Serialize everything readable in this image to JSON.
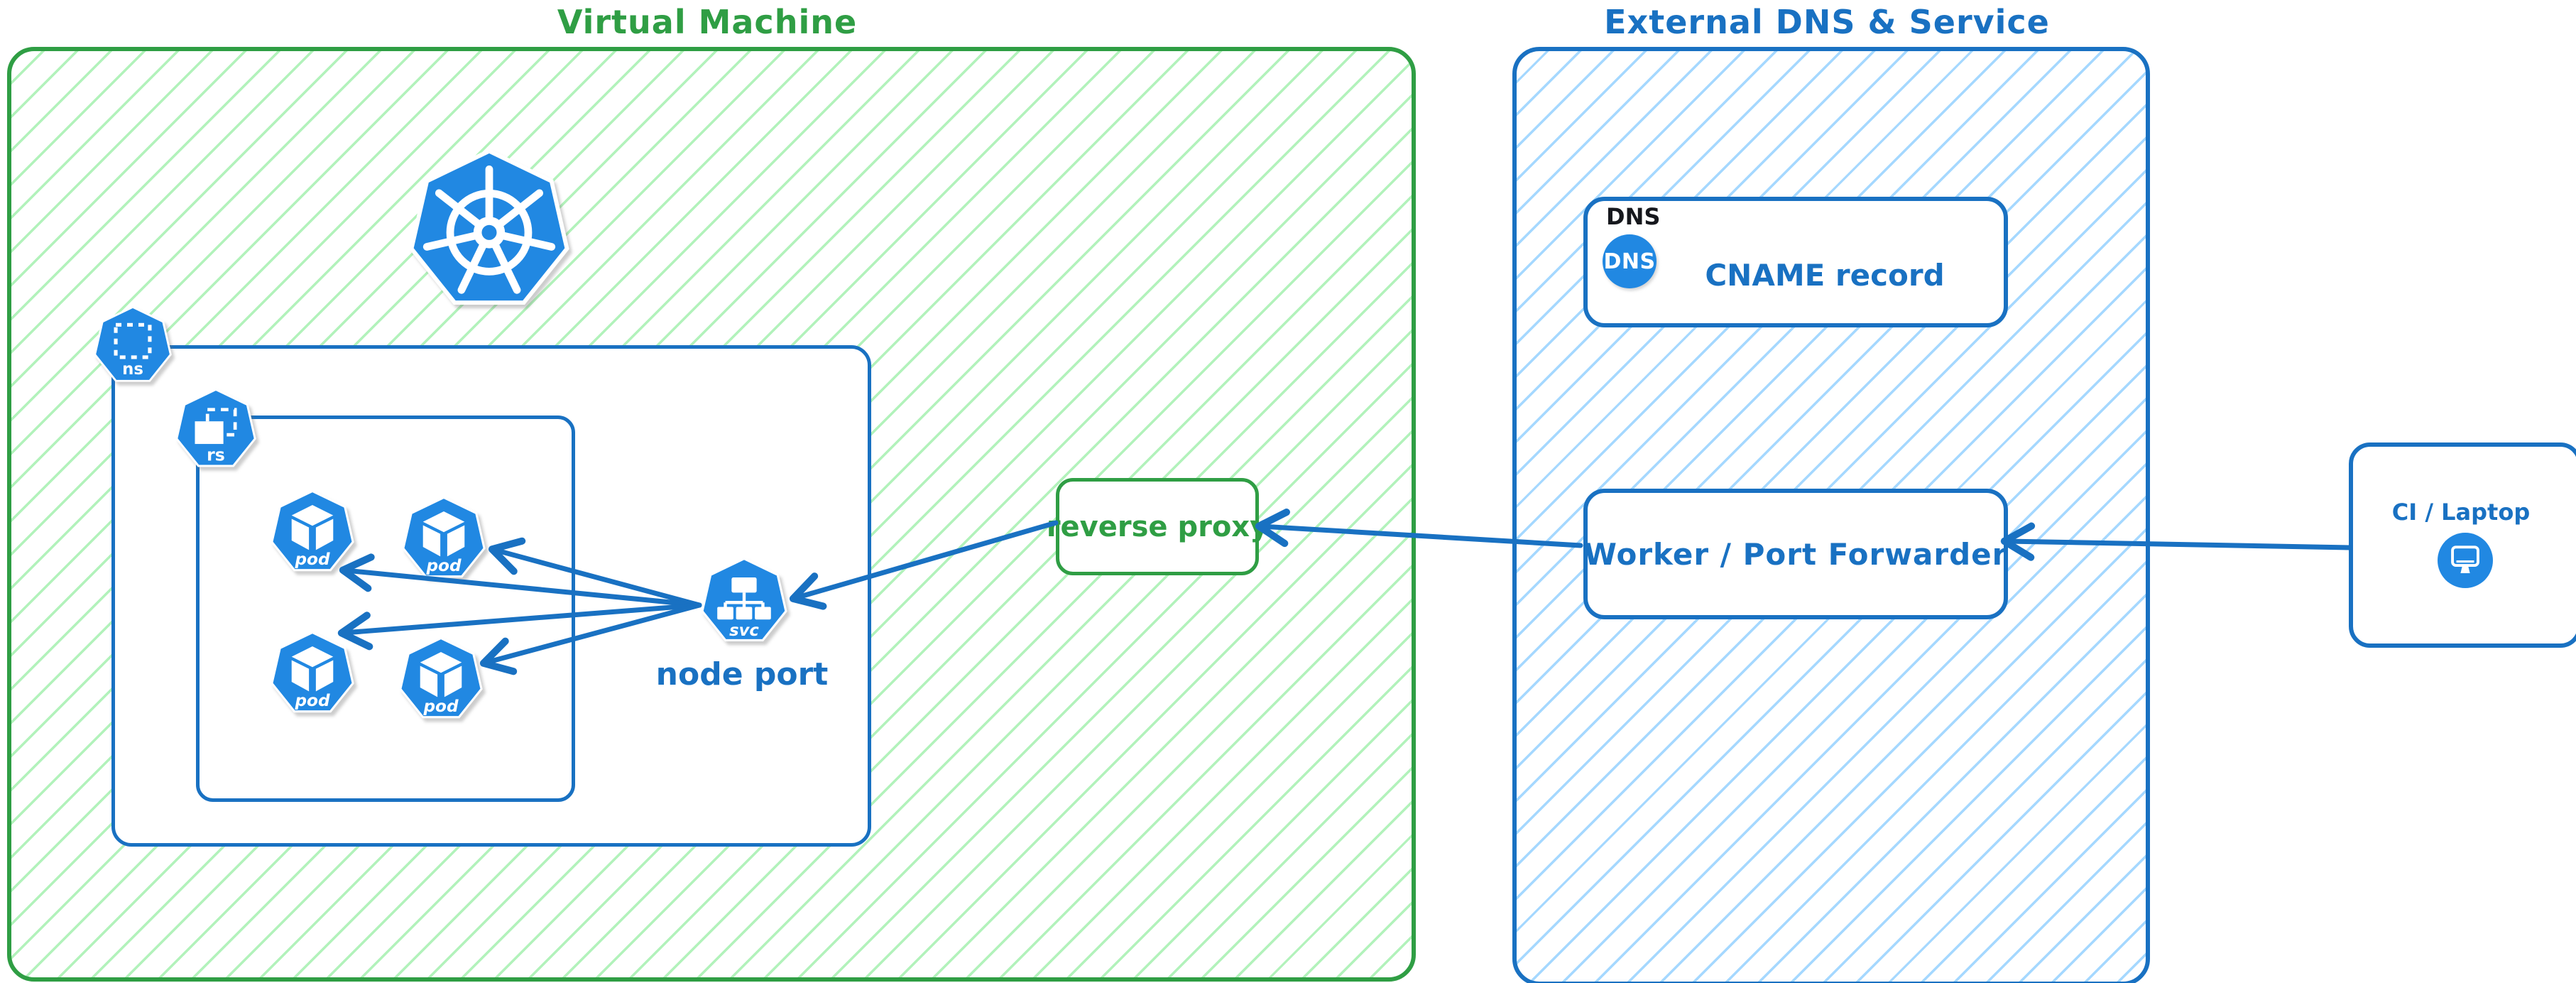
{
  "colors": {
    "green_accent": "#2f9e44",
    "green_hatch": "#b2f2bb",
    "blue_accent": "#1971c2",
    "blue_hatch": "#a5d8ff",
    "icon_blue": "#2188e2",
    "label_black": "#16181d"
  },
  "vm": {
    "title": "Virtual Machine",
    "kubernetes_icon": "kubernetes-logo",
    "namespace_badge": "ns",
    "replicaset_badge": "rs",
    "pod_badge": "pod",
    "service_badge": "svc",
    "service_label": "node port",
    "reverse_proxy_label": "reverse proxy"
  },
  "external": {
    "title": "External DNS & Service",
    "dns_tag": "DNS",
    "dns_badge": "DNS",
    "cname_label": "CNAME record",
    "worker_label": "Worker / Port Forwarder"
  },
  "client": {
    "label": "CI / Laptop",
    "monitor_icon": "monitor"
  },
  "flow": [
    "CI / Laptop -> Worker / Port Forwarder",
    "Worker / Port Forwarder -> reverse proxy",
    "reverse proxy -> node port (svc)",
    "svc -> pod x4"
  ]
}
